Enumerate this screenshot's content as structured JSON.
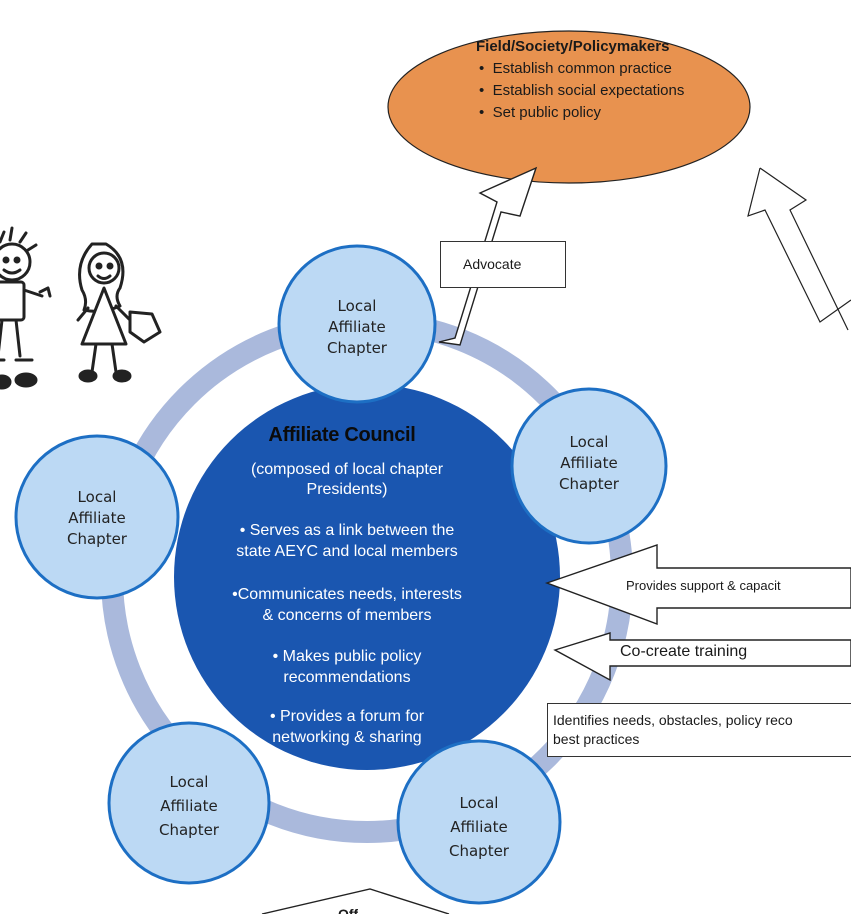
{
  "top_ellipse": {
    "title": "Field/Society/Policymakers",
    "bullets": [
      "Establish common practice",
      "Establish social expectations",
      "Set public policy"
    ],
    "fill": "#e8924f"
  },
  "chapter_label_lines": [
    "Local",
    "Affiliate",
    "Chapter"
  ],
  "council": {
    "title": "Affiliate Council",
    "subtitle_lines": [
      "(composed of local chapter",
      "Presidents)"
    ],
    "item1_lines": [
      "• Serves as a link between the",
      "state AEYC and local members"
    ],
    "item2_lines": [
      "•Communicates needs, interests",
      "& concerns of members"
    ],
    "item3_lines": [
      "• Makes public policy",
      "recommendations"
    ],
    "item4_lines": [
      "• Provides a forum for",
      "networking & sharing"
    ],
    "fill": "#1a56b0"
  },
  "labels": {
    "advocate": "Advocate",
    "support": "Provides support & capacit",
    "cocreate": "Co-create training",
    "identifies_line1": "Identifies needs, obstacles, policy reco",
    "identifies_line2": "best practices",
    "bottom_partial": "Off"
  },
  "colors": {
    "chapter_fill": "#bcd9f4",
    "chapter_stroke": "#1d6fc4",
    "ring": "#aab9dc"
  }
}
